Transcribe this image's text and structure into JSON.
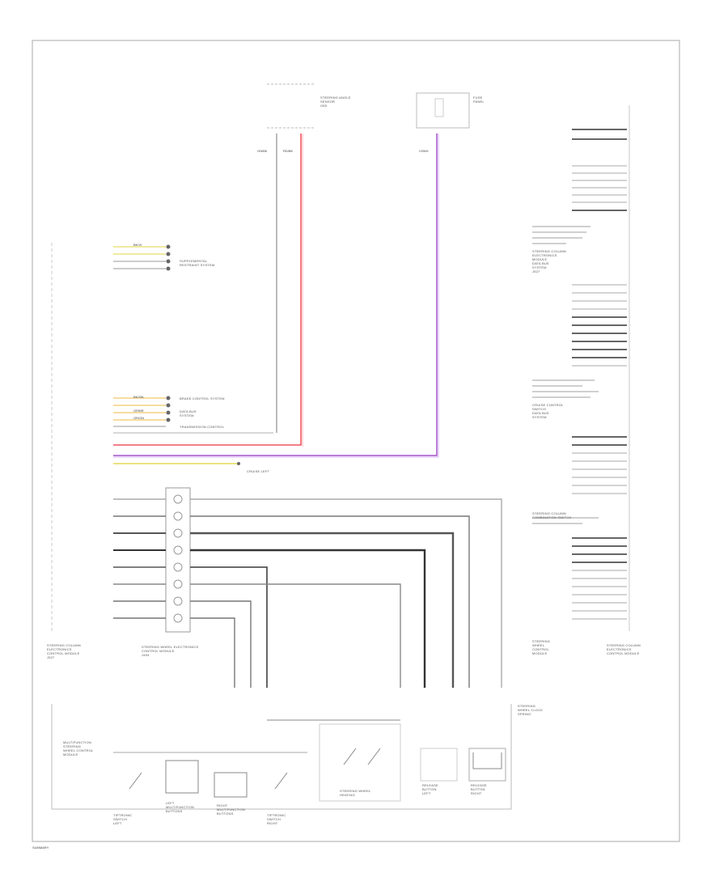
{
  "diagram": {
    "labels": {
      "steering_angle_sensor": "STEERING ANGLE\nSENSOR\nG85",
      "fuse_panel": "FUSE\nPANEL",
      "supplemental_restraint": "SUPPLEMENTAL\nRESTRAINT SYSTEM",
      "brake_control_system": "BRAKE CONTROL SYSTEM",
      "data_bus_top": "DATA BUS\nSYSTEM",
      "transmission_control": "TRANSMISSION CONTROL",
      "cruise_left_line": "CRUISE LEFT",
      "steering_column_module_left": "STEERING COLUMN\nELECTRONICS\nCONTROL MODULE\nJ527",
      "steering_wheel_electronics_center": "STEERING WHEEL ELECTRONICS\nCONTROL MODULE\nJ453",
      "right_module_mid1": "STEERING COLUMN\nELECTRONICS\nMODULE\nDATA BUS\nSYSTEM\nJ527",
      "right_module_mid2": "CRUISE CONTROL\nSWITCH\nDATA BUS\nSYSTEM",
      "steering_column_combination": "STEERING COLUMN\nCOMBINATION SWITCH",
      "cruise_module_lower": "STEERING\nWHEEL\nCONTROL\nMODULE",
      "right_module_bottom": "STEERING COLUMN\nELECTRONICS\nCONTROL MODULE",
      "multifunction_steering": "MULTIFUNCTION\nSTEERING\nWHEEL CONTROL\nMODULE",
      "steering_wheel_clockspring": "STEERING\nWHEEL CLOCK\nSPRING",
      "steering_wheel_heating": "STEERING WHEEL\nHEATING",
      "release_button_1": "RELEASE\nBUTTON\nLEFT",
      "release_button_2": "RELEASE\nBUTTON\nRIGHT",
      "tiptronic_left": "TIPTRONIC\nSWITCH\nLEFT",
      "tiptronic_right": "TIPTRONIC\nSWITCH\nRIGHT",
      "left_multifunction": "LEFT\nMULTIFUNCTION\nBUTTONS",
      "right_multifunction": "RIGHT\nMULTIFUNCTION\nBUTTONS"
    },
    "wire_codes": {
      "w1": "GN/BK",
      "w2": "RD/BK",
      "w3": "VI/WH",
      "brake": "BK/GN",
      "supp": "BK/VI",
      "canl": "OR/BR",
      "canh": "OR/GN"
    },
    "page_number": "SUMMARY"
  }
}
